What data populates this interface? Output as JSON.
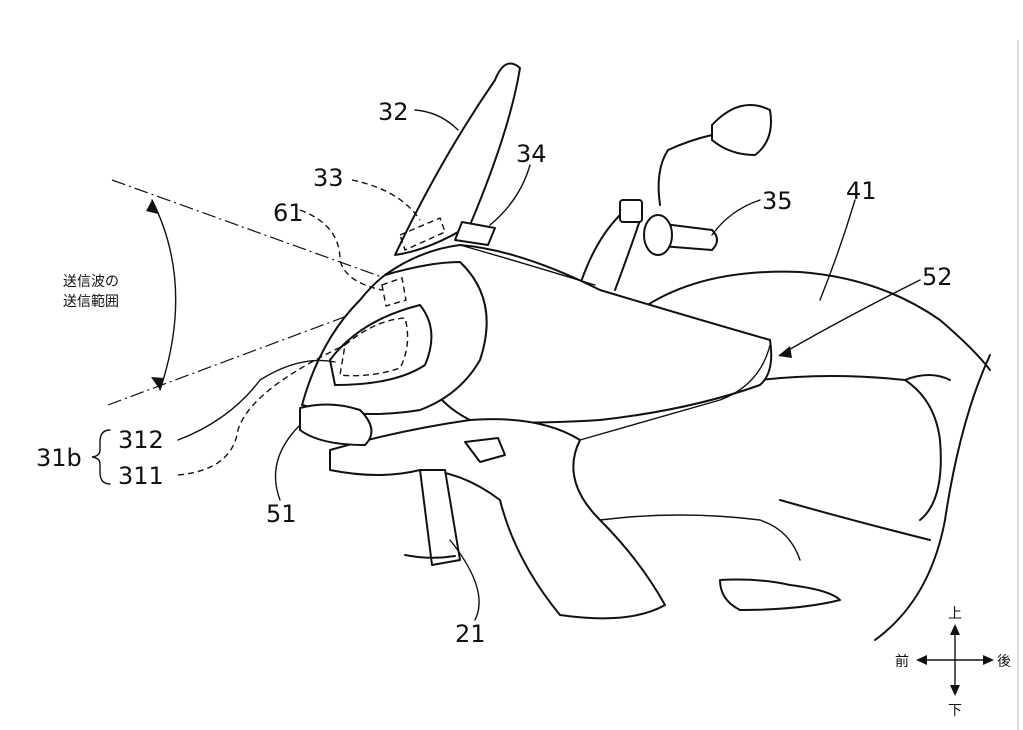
{
  "figure": {
    "labels": {
      "windscreen": "32",
      "radar_unit": "33",
      "bracket": "34",
      "grip": "35",
      "tank": "41",
      "cowl_upper": "52",
      "sensor_window": "61",
      "group": "31b",
      "sub_312": "312",
      "sub_311": "311",
      "cowl_front": "51",
      "fork": "21"
    },
    "range_text": [
      "送信波の",
      "送信範囲"
    ],
    "directions": {
      "up": "上",
      "down": "下",
      "front": "前",
      "rear": "後"
    }
  }
}
